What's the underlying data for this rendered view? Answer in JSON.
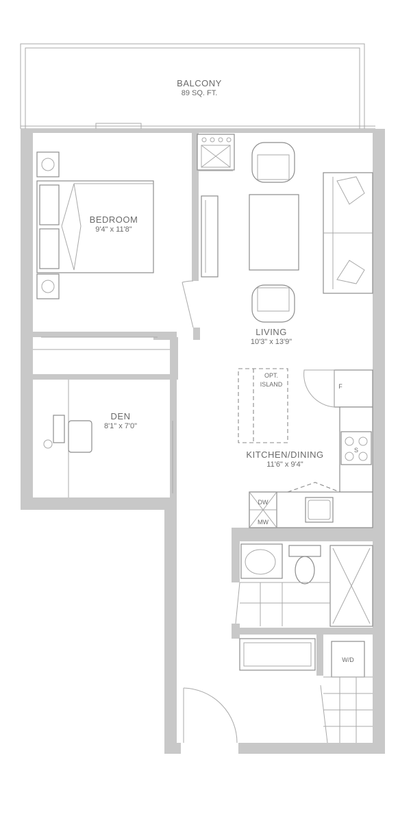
{
  "balcony": {
    "name": "BALCONY",
    "area": "89 SQ. FT."
  },
  "rooms": {
    "bedroom": {
      "name": "BEDROOM",
      "dims": "9'4\" x 11'8\""
    },
    "living": {
      "name": "LIVING",
      "dims": "10'3\" x 13'9\""
    },
    "den": {
      "name": "DEN",
      "dims": "8'1\" x 7'0\""
    },
    "kitchen": {
      "name": "KITCHEN/DINING",
      "dims": "11'6\" x 9'4\""
    }
  },
  "fixtures": {
    "island_line1": "OPT.",
    "island_line2": "ISLAND",
    "fridge": "F",
    "dishwasher": "DW",
    "microwave": "MW",
    "washer_dryer": "W/D",
    "sink": "S"
  }
}
